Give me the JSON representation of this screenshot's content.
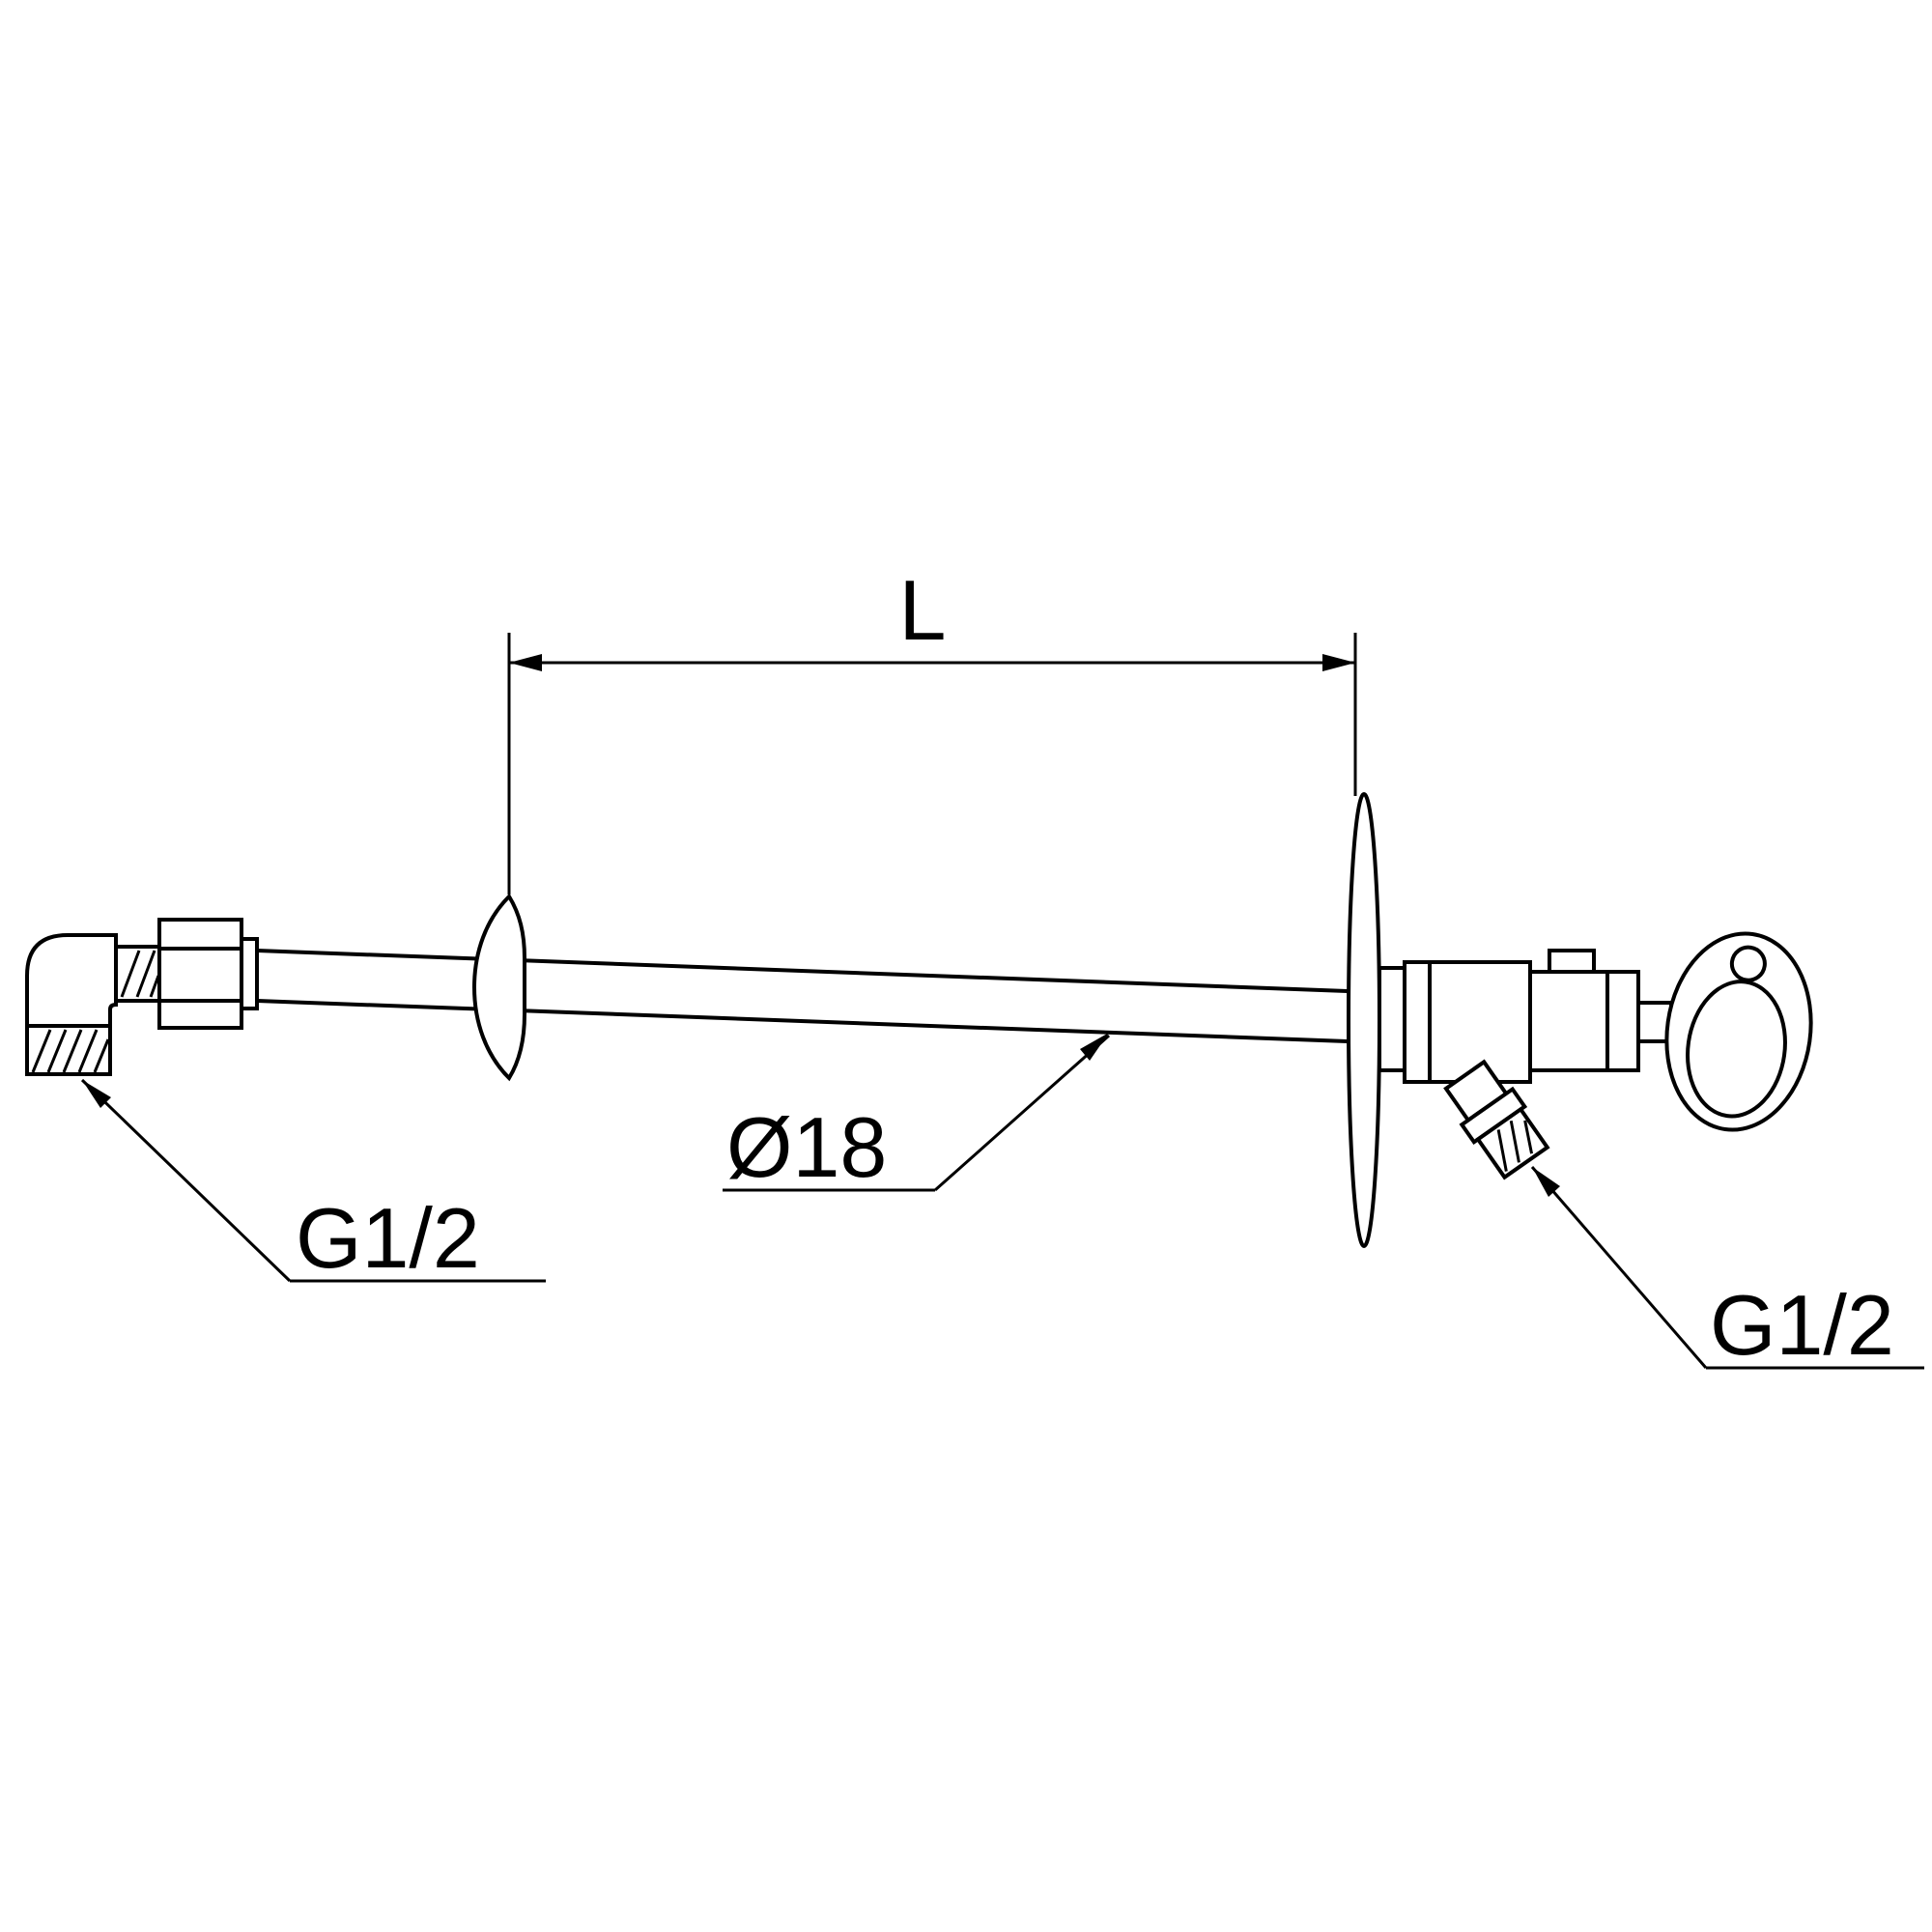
{
  "drawing": {
    "type": "technical-diagram",
    "description": "Side-view line drawing of a frost-proof outdoor wall tap with loose key handle",
    "labels": {
      "length_dimension": "L",
      "pipe_diameter": "Ø18",
      "inlet_thread": "G1/2",
      "outlet_thread": "G1/2"
    },
    "colors": {
      "line": "#000000",
      "background": "#ffffff"
    }
  }
}
